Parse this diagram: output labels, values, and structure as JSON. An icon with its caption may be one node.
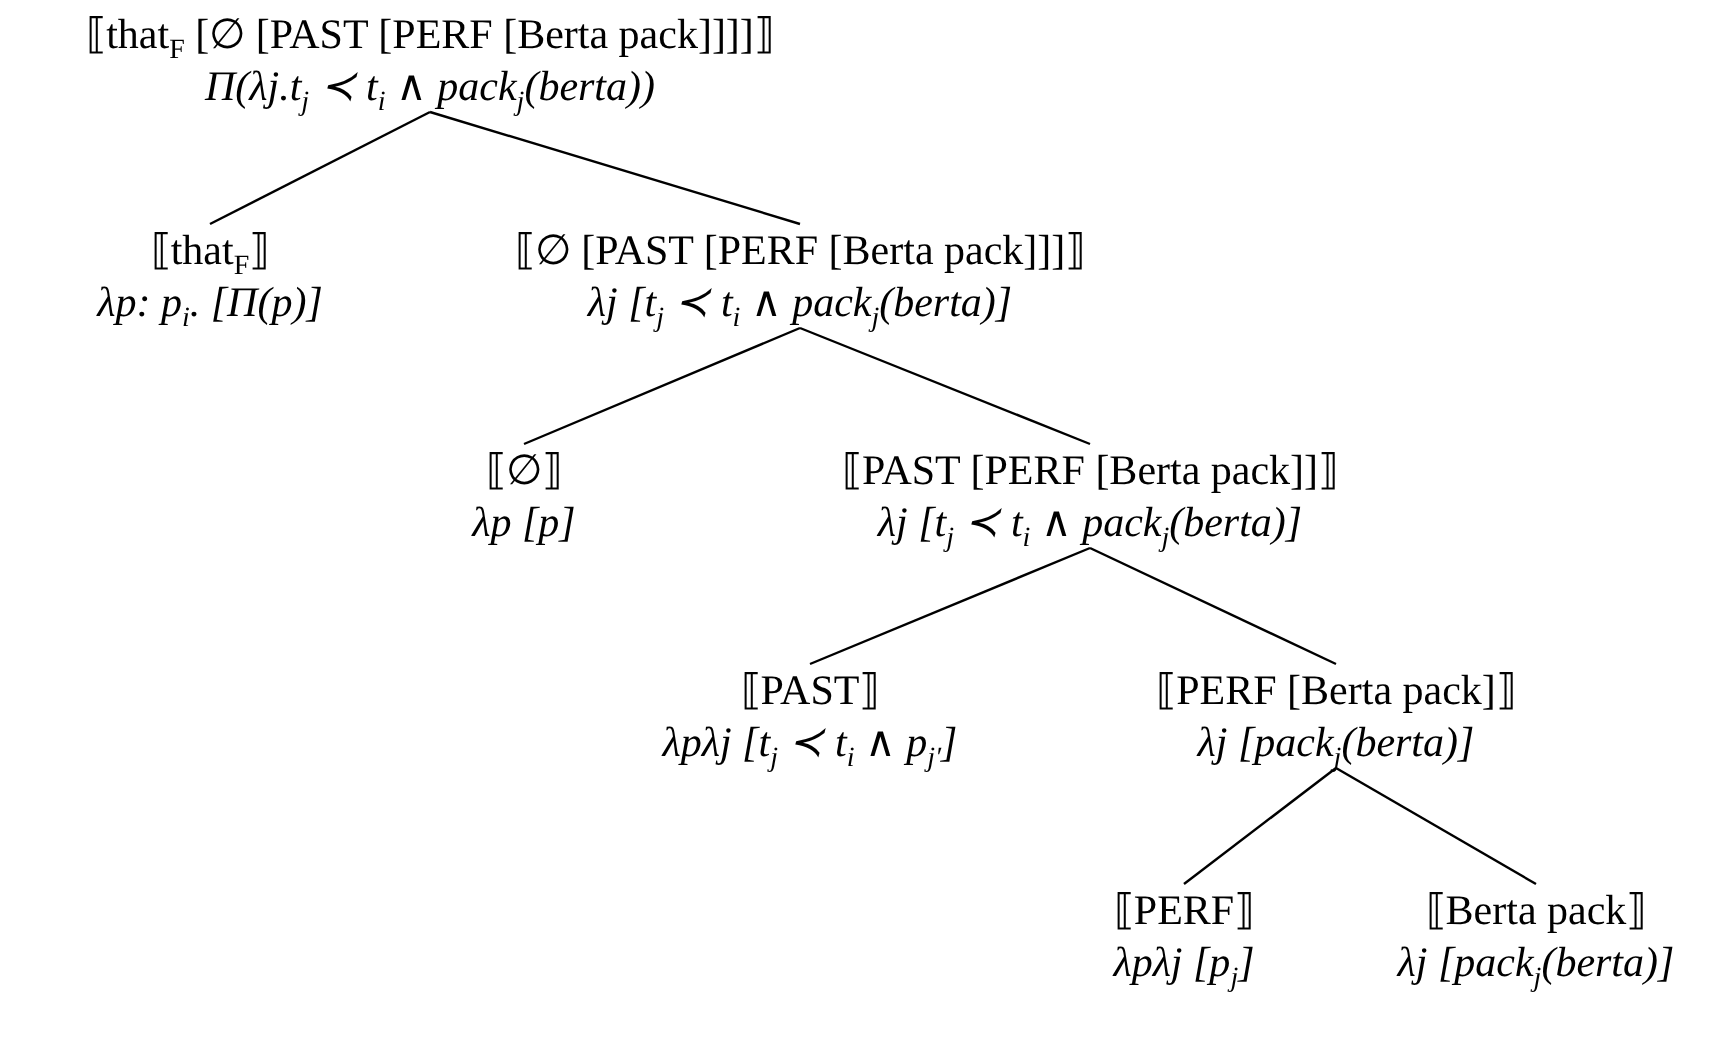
{
  "diagram": {
    "nodes": [
      {
        "text": [
          "⟦that$_{F}$ [∅ [PAST [PERF [Berta pack]]]]⟧",
          "Π(λj.t$_{j}$ ≺ t$_{i}$ ∧ pack$_{j}$(berta))"
        ]
      },
      {
        "text": [
          "⟦that$_{F}$⟧",
          "λp: p$_{i}$. [Π(p)]"
        ]
      },
      {
        "text": [
          "⟦∅ [PAST [PERF [Berta pack]]]⟧",
          "λj [t$_{j}$ ≺ t$_{i}$ ∧ pack$_{j}$(berta)]"
        ]
      },
      {
        "text": [
          "⟦∅⟧",
          "λp [p]"
        ]
      },
      {
        "text": [
          "⟦PAST [PERF [Berta pack]]⟧",
          "λj [t$_{j}$ ≺ t$_{i}$ ∧ pack$_{j}$(berta)]"
        ]
      },
      {
        "text": [
          "⟦PAST⟧",
          "λpλj [t$_{j}$ ≺ t$_{i}$ ∧ p$_{j′}$]"
        ]
      },
      {
        "text": [
          "⟦PERF [Berta pack]⟧",
          "λj [pack$_{j}$(berta)]"
        ]
      },
      {
        "text": [
          "⟦PERF⟧",
          "λpλj [p$_{j}$]"
        ]
      },
      {
        "text": [
          "⟦Berta pack⟧",
          "λj [pack$_{j}$(berta)]"
        ]
      }
    ],
    "edges": [
      {
        "from": 0,
        "to": 1,
        "arrow": "none"
      },
      {
        "from": 0,
        "to": 2,
        "arrow": "none"
      },
      {
        "from": 2,
        "to": 3,
        "arrow": "none"
      },
      {
        "from": 2,
        "to": 4,
        "arrow": "none"
      },
      {
        "from": 4,
        "to": 5,
        "arrow": "none"
      },
      {
        "from": 4,
        "to": 6,
        "arrow": "none"
      },
      {
        "from": 6,
        "to": 7,
        "arrow": "none"
      },
      {
        "from": 6,
        "to": 8,
        "arrow": "none"
      }
    ]
  }
}
